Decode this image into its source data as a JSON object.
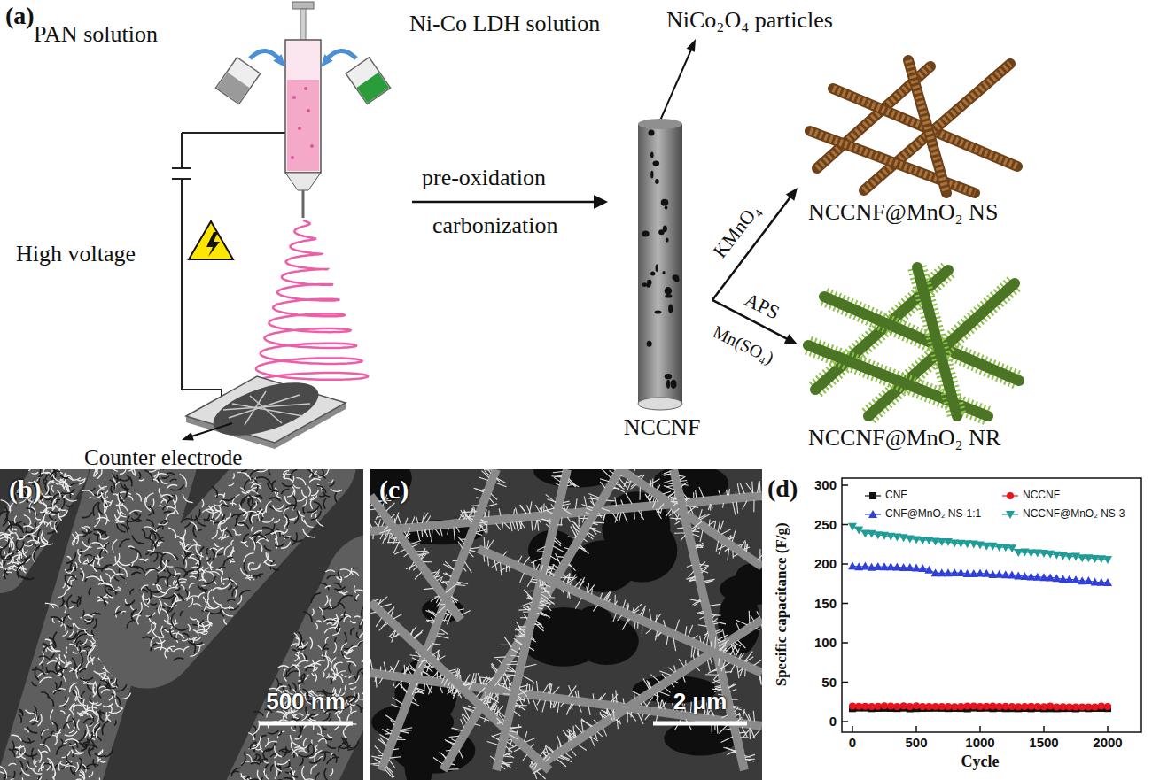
{
  "diagram": {
    "nodes": [
      {
        "text": [
          "NCCNF"
        ]
      },
      {
        "text": [
          "NCCNF@MnO₂ NS"
        ]
      },
      {
        "text": [
          "NCCNF@MnO₂ NR"
        ]
      }
    ],
    "edges": [
      {
        "from": 0,
        "to": 1,
        "arrow": "to"
      },
      {
        "from": 0,
        "to": 2,
        "arrow": "to"
      }
    ],
    "labels": [
      "(a)",
      "PAN solution",
      "Ni-Co LDH solution",
      "High voltage",
      "Counter electrode",
      "pre-oxidation",
      "carbonization",
      "NiCo₂O₄ particles",
      "KMnO₄",
      "APS",
      "Mn(SO₄)",
      "(b)",
      "500 nm",
      "(c)",
      "2 μm",
      "(d)",
      "Specific capacitance (F/g)",
      "Cycle",
      "0",
      "50",
      "100",
      "150",
      "200",
      "250",
      "300",
      "0",
      "500",
      "1000",
      "1500",
      "2000"
    ],
    "legend": [
      {
        "text": "CNF"
      },
      {
        "text": "NCCNF"
      },
      {
        "text": "CNF@MnO₂ NS-1:1"
      },
      {
        "text": "NCCNF@MnO₂ NS-3"
      }
    ]
  }
}
